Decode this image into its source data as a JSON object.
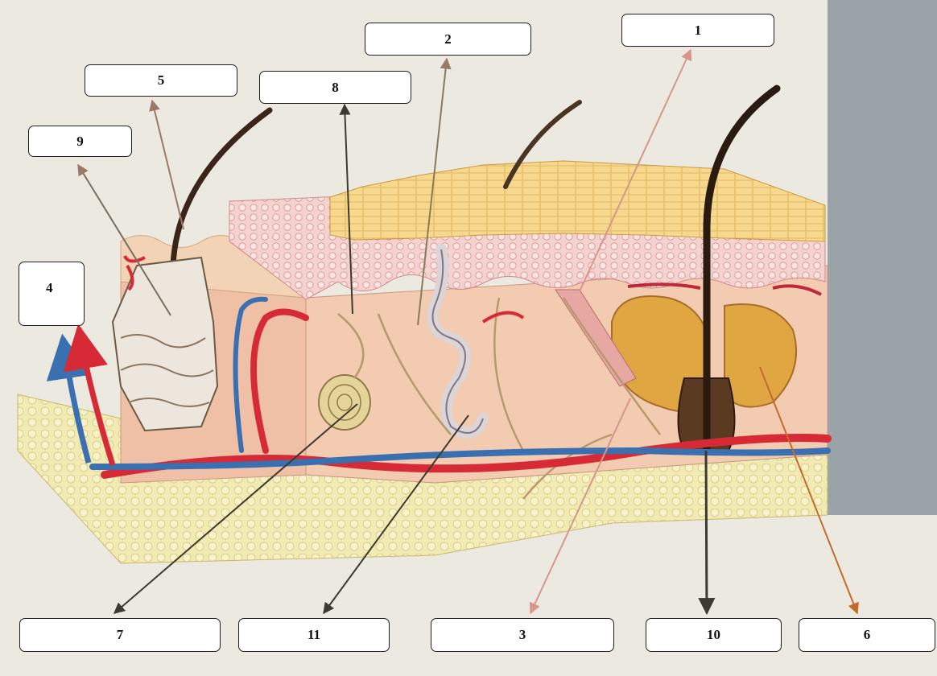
{
  "labels": {
    "l1": "1",
    "l2": "2",
    "l3": "3",
    "l4": "4",
    "l5": "5",
    "l6": "6",
    "l7": "7",
    "l8": "8",
    "l9": "9",
    "l10": "10",
    "l11": "11"
  },
  "colors": {
    "background": "#ece9e1",
    "panel": "#9aa3a8",
    "epidermis": "#f1c3c3",
    "stratum_corneum": "#f4cf7a",
    "dermis": "#f1c9ae",
    "hypodermis": "#efe7a8",
    "artery": "#d62a36",
    "vein": "#3a6fb0",
    "hair": "#3a2518",
    "gland": "#ece6dc",
    "sebaceous": "#e0a642",
    "nerve": "#b49a6d",
    "arrow_dark": "#3d3a30",
    "arrow_brown": "#9a7a66",
    "arrow_orange": "#c46a2c",
    "arrow_pink": "#d6968c"
  },
  "icons": [
    "skin-cross-section-illustration",
    "hair-shaft-icon",
    "sweat-gland-icon",
    "sebaceous-gland-icon",
    "blood-vessel-icon",
    "nerve-ending-icon",
    "pacinian-corpuscle-icon"
  ]
}
